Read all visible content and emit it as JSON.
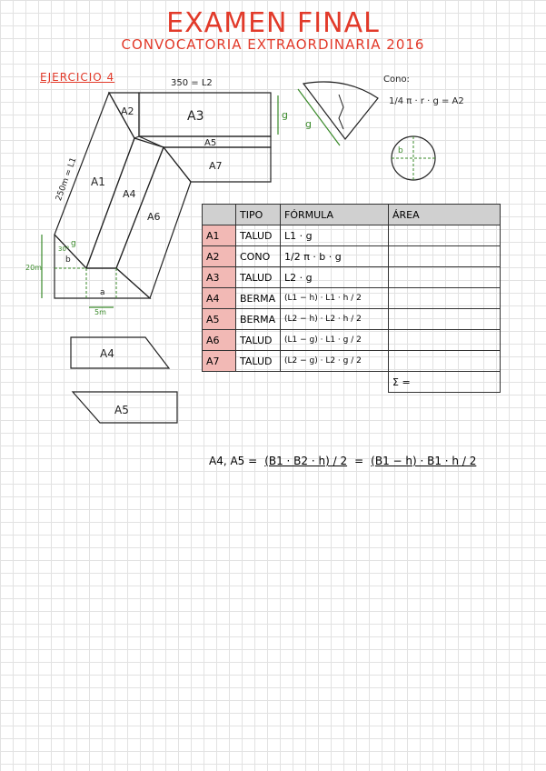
{
  "header": {
    "title": "EXAMEN FINAL",
    "subtitle": "CONVOCATORIA EXTRAORDINARIA 2016"
  },
  "exercise_label": "EJERCICIO 4",
  "diagram": {
    "top_dim": "350 = L2",
    "side_dim": "250m = L1",
    "height_dim": "20m",
    "angle": "30°",
    "berm_width": "5m",
    "labels": {
      "a1": "A1",
      "a2": "A2",
      "a3": "A3",
      "a4": "A4",
      "a5": "A5",
      "a6": "A6",
      "a7": "A7",
      "g": "g",
      "b": "b",
      "a": "a"
    },
    "shape_a4": "A4",
    "shape_a5": "A5"
  },
  "cone": {
    "label": "Cono:",
    "formula": "1/4 π · r · g = A2",
    "g": "g",
    "b": "b"
  },
  "table": {
    "headers": [
      "",
      "TIPO",
      "FÓRMULA",
      "ÁREA"
    ],
    "rows": [
      {
        "id": "A1",
        "type": "TALUD",
        "formula": "L1 · g"
      },
      {
        "id": "A2",
        "type": "CONO",
        "formula": "1/2 π · b · g"
      },
      {
        "id": "A3",
        "type": "TALUD",
        "formula": "L2 · g"
      },
      {
        "id": "A4",
        "type": "BERMA",
        "formula": "(L1 − h) · L1 · h / 2"
      },
      {
        "id": "A5",
        "type": "BERMA",
        "formula": "(L2 − h) · L2 · h / 2"
      },
      {
        "id": "A6",
        "type": "TALUD",
        "formula": "(L1 − g) · L1 · g / 2"
      },
      {
        "id": "A7",
        "type": "TALUD",
        "formula": "(L2 − g) · L2 · g / 2"
      }
    ],
    "sum_label": "Σ ="
  },
  "bottom_formula": {
    "lhs": "A4, A5 =",
    "middle": "(B1 · B2 · h) / 2",
    "eq": "=",
    "right": "(B1 − h) · B1 · h / 2"
  },
  "colors": {
    "title": "#e23a2a",
    "dimension_green": "#3a8a2a",
    "table_id_bg": "#f2b9b5",
    "table_header_bg": "#d0d0d0"
  }
}
